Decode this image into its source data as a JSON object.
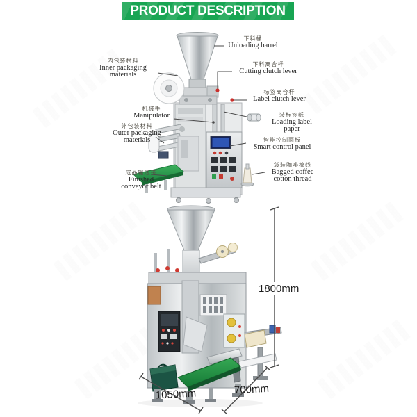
{
  "header": {
    "title": "PRODUCT DESCRIPTION"
  },
  "colors": {
    "banner_green": "#18a553",
    "belt_green": "#2da04c",
    "marker_red": "#c9302c",
    "screen_blue": "#2f56b5"
  },
  "diagram": {
    "labels": [
      {
        "id": "unloading-barrel",
        "cn": "下料桶",
        "en": "Unloading barrel"
      },
      {
        "id": "cutting-clutch-lever",
        "cn": "下料离合杆",
        "en": "Cutting clutch lever"
      },
      {
        "id": "inner-packaging-materials",
        "cn": "内包装材料",
        "en": "Inner packaging\nmaterials"
      },
      {
        "id": "label-clutch-lever",
        "cn": "标签离合杆",
        "en": "Label clutch lever"
      },
      {
        "id": "manipulator",
        "cn": "机械手",
        "en": "Manipulator"
      },
      {
        "id": "loading-label-paper",
        "cn": "装标签纸",
        "en": "Loading label\npaper"
      },
      {
        "id": "outer-packaging-materials",
        "cn": "外包装材料",
        "en": "Outer packaging\nmaterials"
      },
      {
        "id": "smart-control-panel",
        "cn": "智能控制面板",
        "en": "Smart control panel"
      },
      {
        "id": "bagged-coffee-cotton-thread",
        "cn": "袋装咖啡棉线",
        "en": "Bagged coffee\ncotton thread"
      },
      {
        "id": "finished-conveyor-belt",
        "cn": "成品输送带",
        "en": "Finished\nconveyor belt"
      }
    ]
  },
  "photo": {
    "dimensions": {
      "height": "1800mm",
      "length": "1050mm",
      "width": "700mm"
    }
  }
}
